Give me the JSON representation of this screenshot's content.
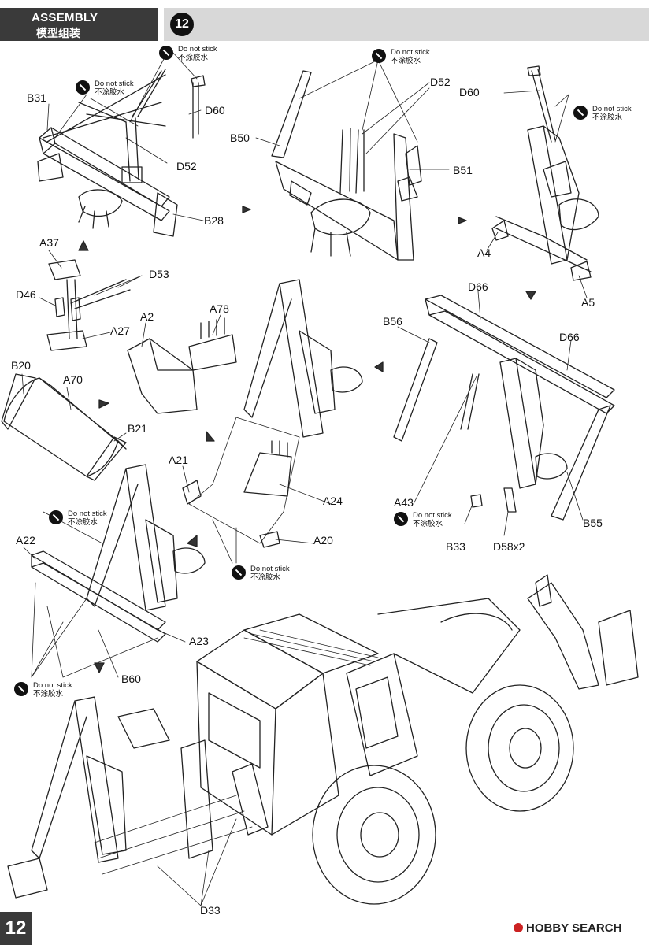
{
  "header": {
    "title_en": "ASSEMBLY",
    "title_cn": "模型组装",
    "step": "12"
  },
  "notes": {
    "en": "Do not stick",
    "cn": "不涂胶水"
  },
  "part_labels": {
    "B31": "B31",
    "D60a": "D60",
    "D52a": "D52",
    "B28": "B28",
    "B50": "B50",
    "D52b": "D52",
    "B51": "B51",
    "D60b": "D60",
    "A4": "A4",
    "A5": "A5",
    "A37": "A37",
    "D53": "D53",
    "D46": "D46",
    "A27": "A27",
    "A2": "A2",
    "A78": "A78",
    "B20": "B20",
    "A70": "A70",
    "B21": "B21",
    "D66a": "D66",
    "B56": "B56",
    "D66b": "D66",
    "A43": "A43",
    "B33": "B33",
    "D58": "D58x2",
    "B55": "B55",
    "A21": "A21",
    "A24": "A24",
    "A20": "A20",
    "A22": "A22",
    "A23": "A23",
    "B60": "B60",
    "D33": "D33"
  },
  "page_number": "12",
  "watermark": "HOBBY SEARCH",
  "icons": [
    "no-glue-icon",
    "arrow-icon"
  ]
}
